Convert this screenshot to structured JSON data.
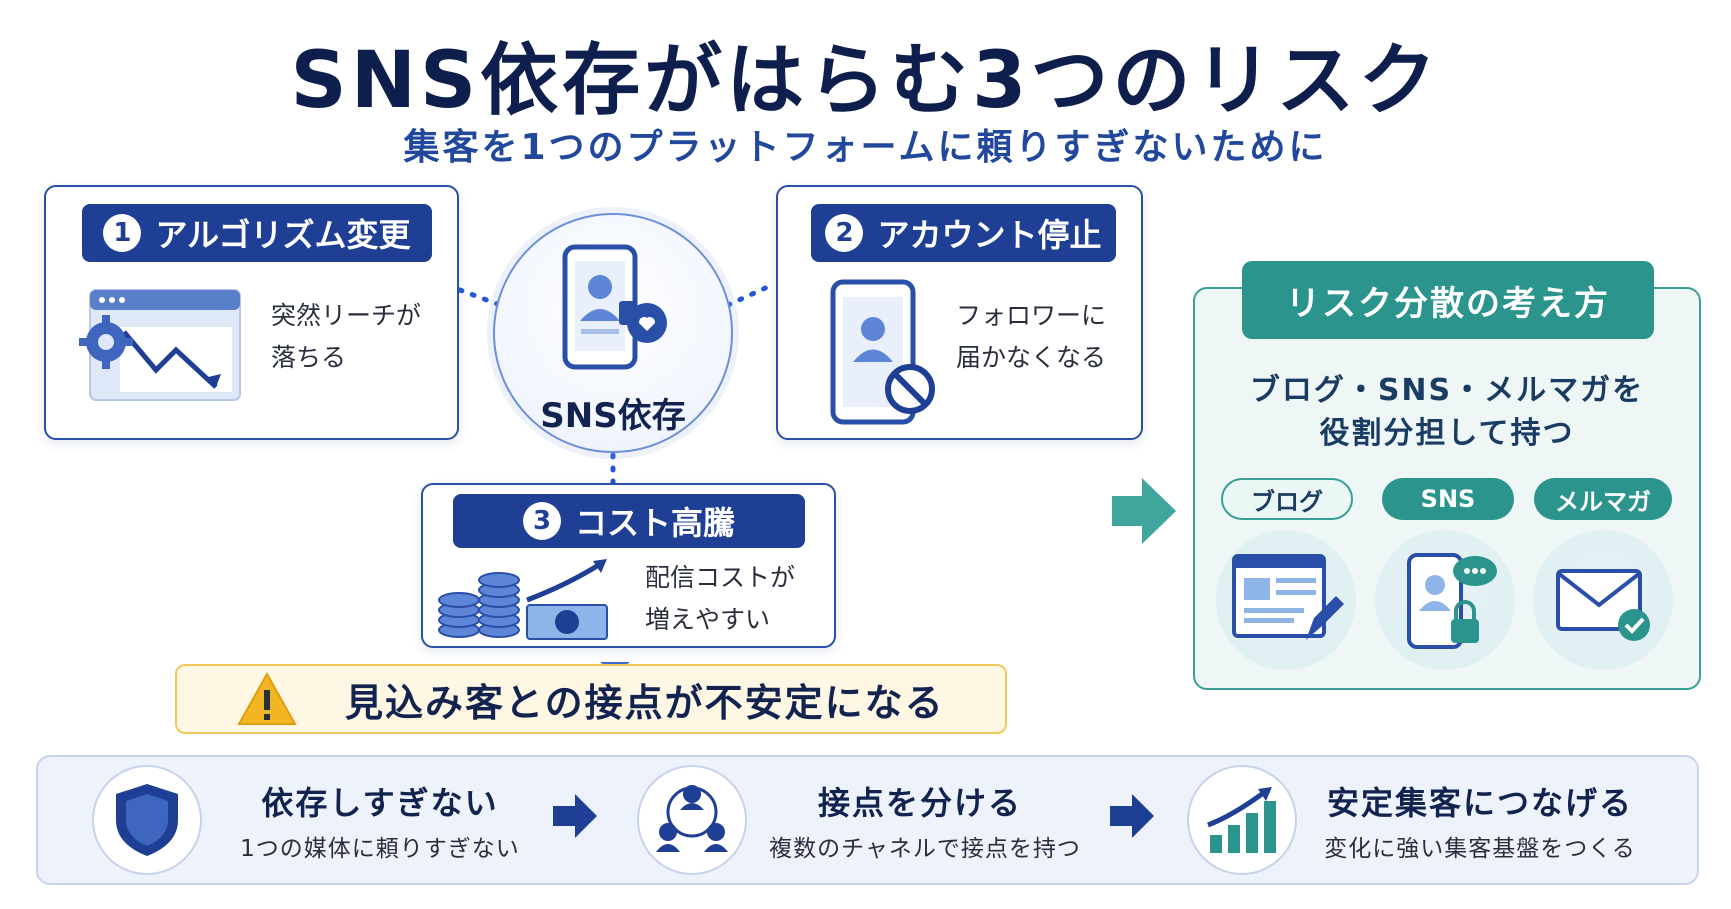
{
  "header": {
    "title": "SNS依存がはらむ3つのリスク",
    "subtitle": "集客を1つのプラットフォームに頼りすぎないために"
  },
  "center": {
    "label": "SNS依存"
  },
  "risks": [
    {
      "number": "1",
      "title": "アルゴリズム変更",
      "lines": [
        "突然リーチが",
        "落ちる"
      ]
    },
    {
      "number": "2",
      "title": "アカウント停止",
      "lines": [
        "フォロワーに",
        "届かなくなる"
      ]
    },
    {
      "number": "3",
      "title": "コスト高騰",
      "lines": [
        "配信コストが",
        "増えやすい"
      ]
    }
  ],
  "warning": {
    "text": "見込み客との接点が不安定になる",
    "icon": "warning-icon"
  },
  "solution": {
    "title": "リスク分散の考え方",
    "desc_lines": [
      "ブログ・SNS・メルマガを",
      "役割分担して持つ"
    ],
    "channels": [
      {
        "label": "ブログ",
        "icon": "blog-icon"
      },
      {
        "label": "SNS",
        "icon": "phone-icon"
      },
      {
        "label": "メルマガ",
        "icon": "mail-icon"
      }
    ]
  },
  "steps": [
    {
      "title": "依存しすぎない",
      "sub": "1つの媒体に頼りすぎない",
      "icon": "shield-icon"
    },
    {
      "title": "接点を分ける",
      "sub": "複数のチャネルで接点を持つ",
      "icon": "network-icon"
    },
    {
      "title": "安定集客につなげる",
      "sub": "変化に強い集客基盤をつくる",
      "icon": "growth-chart-icon"
    }
  ],
  "colors": {
    "navy": "#1e3f94",
    "teal": "#2a948d",
    "warning_bg": "#fdf7e3",
    "warning_border": "#f1c85a"
  }
}
